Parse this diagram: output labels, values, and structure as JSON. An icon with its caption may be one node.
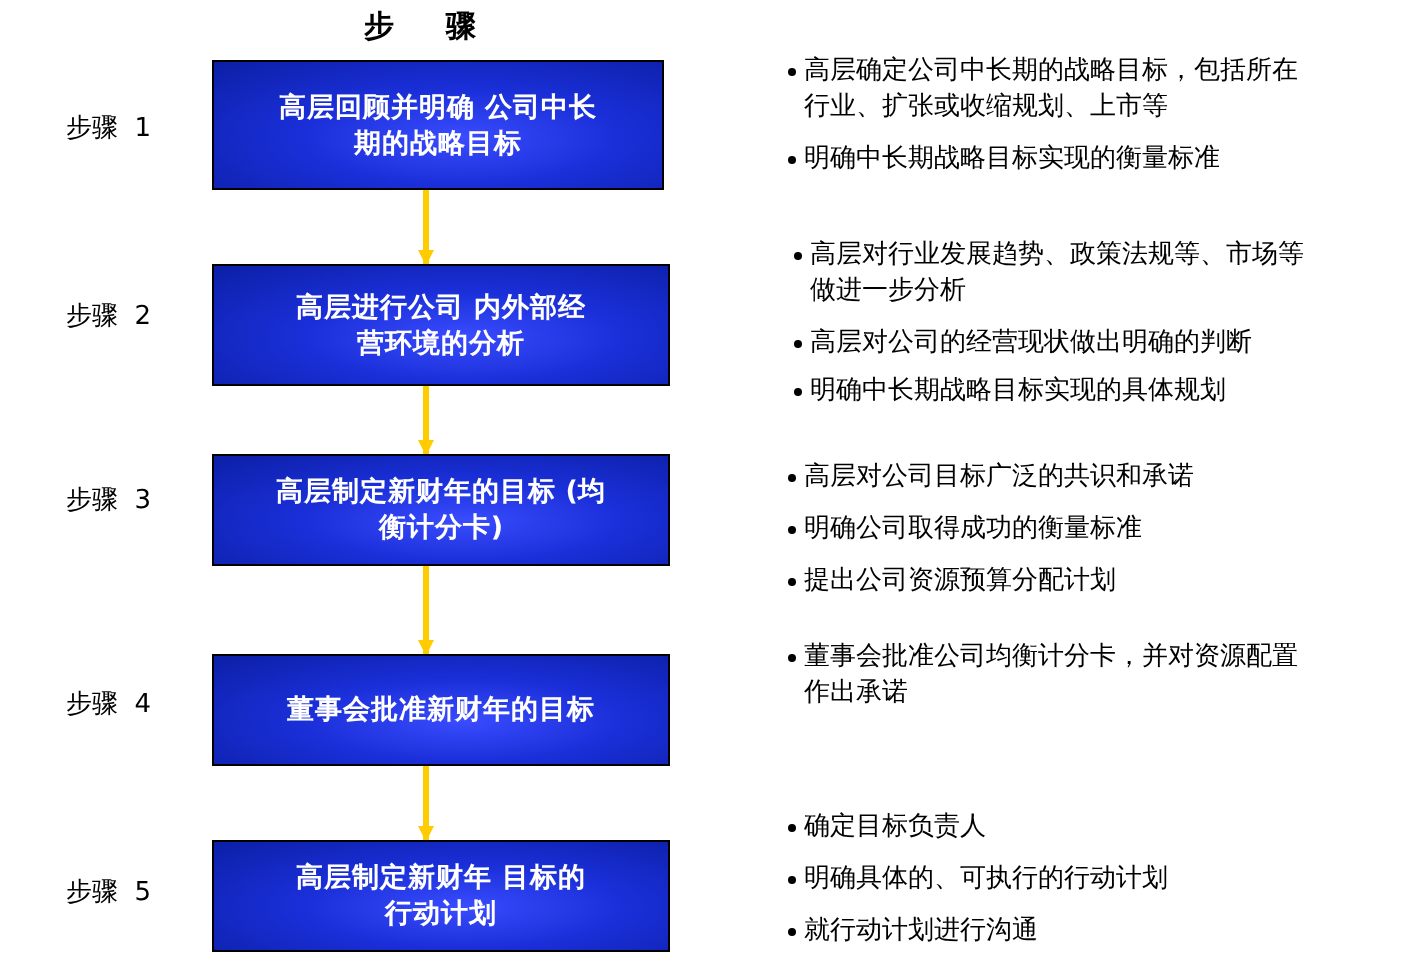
{
  "diagram": {
    "title": "步 骤",
    "nodes": [
      {
        "text": [
          "高层回顾并明确 公司中长期的战略目标"
        ],
        "beside": [
          "步骤 1"
        ]
      },
      {
        "text": [
          "高层进行公司 内外部经营环境的分析"
        ],
        "beside": [
          "步骤 2"
        ]
      },
      {
        "text": [
          "高层制定新财年的目标 (均衡计分卡)"
        ],
        "beside": [
          "步骤 3"
        ]
      },
      {
        "text": [
          "董事会批准新财年的目标"
        ],
        "beside": [
          "步骤 4"
        ]
      },
      {
        "text": [
          "高层制定新财年 目标的行动计划"
        ],
        "beside": [
          "步骤 5"
        ]
      }
    ],
    "edges": [
      {
        "from": 0,
        "to": 1,
        "arrow": "to"
      },
      {
        "from": 1,
        "to": 2,
        "arrow": "to"
      },
      {
        "from": 2,
        "to": 3,
        "arrow": "to"
      },
      {
        "from": 3,
        "to": 4,
        "arrow": "to"
      }
    ],
    "labels": [
      "高层确定公司中长期的战略目标，包括所在行业、扩张或收缩规划、上市等",
      "明确中长期战略目标实现的衡量标准",
      "高层对行业发展趋势、政策法规等、市场等做进一步分析",
      "高层对公司的经营现状做出明确的判断",
      "明确中长期战略目标实现的具体规划",
      "高层对公司目标广泛的共识和承诺",
      "明确公司取得成功的衡量标准",
      "提出公司资源预算分配计划",
      "董事会批准公司均衡计分卡，并对资源配置作出承诺",
      "确定目标负责人",
      "明确具体的、可执行的行动计划",
      "就行动计划进行沟通"
    ]
  }
}
